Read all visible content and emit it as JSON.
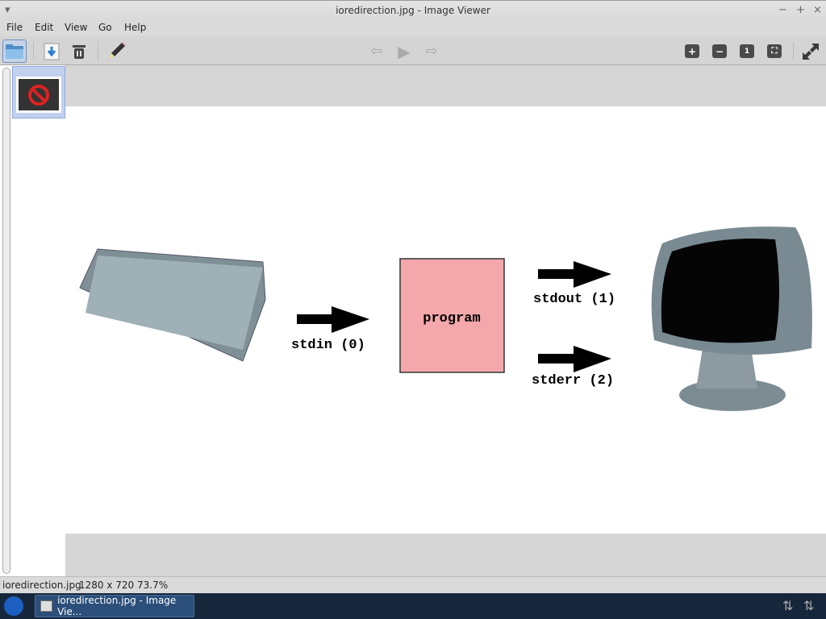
{
  "window": {
    "title": "ioredirection.jpg - Image Viewer",
    "minimize": "−",
    "maximize": "+",
    "close": "×",
    "menu_icon": "▾"
  },
  "menu": [
    "File",
    "Edit",
    "View",
    "Go",
    "Help"
  ],
  "toolbar": {
    "zoom_in": "+",
    "zoom_out": "−",
    "actual_size": "1",
    "fit": "⛶"
  },
  "diagram": {
    "stdin": "stdin (0)",
    "program": "program",
    "stdout": "stdout (1)",
    "stderr": "stderr (2)",
    "program_color": "#f4a8ab"
  },
  "status": {
    "filename": "ioredirection.jpg",
    "dimensions": "1280 x 720",
    "zoom": "73.7%"
  },
  "taskbar": {
    "task_label": "ioredirection.jpg - Image Vie..."
  }
}
